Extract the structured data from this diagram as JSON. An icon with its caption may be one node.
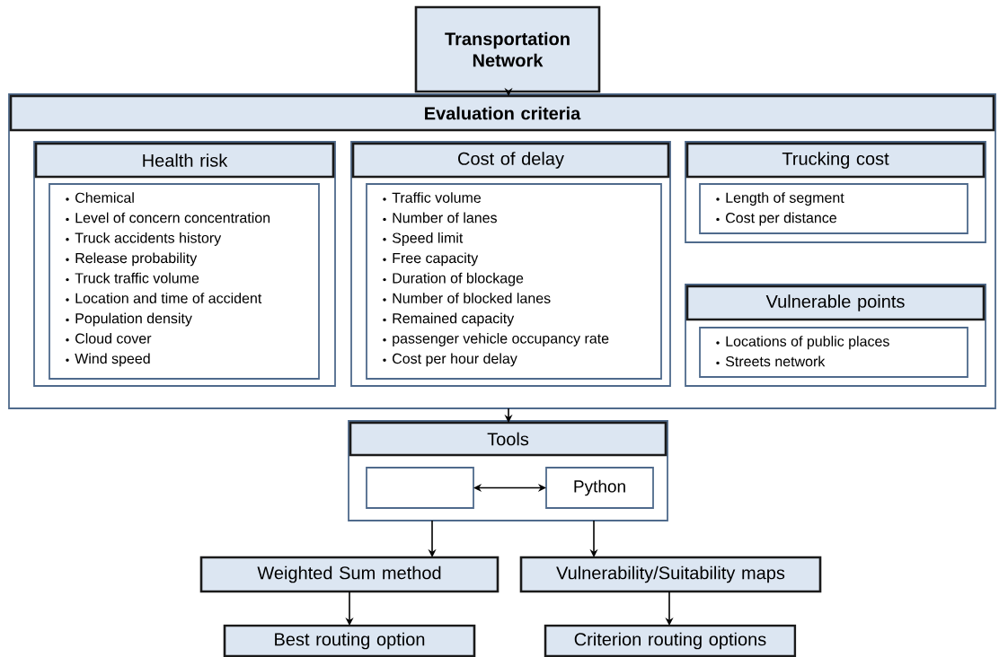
{
  "diagram": {
    "nodes": [
      {
        "text": [
          "Transportation Network"
        ]
      },
      {
        "text": [],
        "shape": "box"
      },
      {
        "text": [
          "Evaluation criteria"
        ],
        "in": 1
      },
      {
        "text": [],
        "shape": "box",
        "in": 1
      },
      {
        "text": [
          "Health risk"
        ],
        "in": 3
      },
      {
        "text": [
          "Chemical",
          "Level of concern concentration",
          "Truck accidents history",
          "Release probability",
          "Truck traffic volume",
          "Location and time of accident",
          "Population density",
          "Cloud cover",
          "Wind speed"
        ],
        "in": 3
      },
      {
        "text": [],
        "shape": "box",
        "in": 1
      },
      {
        "text": [
          "Cost of delay"
        ],
        "in": 6
      },
      {
        "text": [
          "Traffic volume",
          "Number of lanes",
          "Speed limit",
          "Free capacity",
          "Duration of blockage",
          "Number of blocked lanes",
          "Remained capacity",
          "passenger vehicle occupancy rate",
          "Cost per hour delay"
        ],
        "in": 6
      },
      {
        "text": [],
        "shape": "box",
        "in": 1
      },
      {
        "text": [
          "Trucking cost"
        ],
        "in": 9
      },
      {
        "text": [
          "Length of segment",
          "Cost per distance"
        ],
        "in": 9
      },
      {
        "text": [],
        "shape": "box",
        "in": 1
      },
      {
        "text": [
          "Vulnerable points"
        ],
        "in": 12
      },
      {
        "text": [
          "Locations of public places",
          "Streets network"
        ],
        "in": 12
      },
      {
        "text": [],
        "shape": "box"
      },
      {
        "text": [
          "Tools"
        ],
        "in": 15
      },
      {
        "text": [],
        "shape": "box",
        "in": 15
      },
      {
        "text": [
          "Python"
        ],
        "in": 15
      },
      {
        "text": [
          "Weighted Sum method"
        ]
      },
      {
        "text": [
          "Vulnerability/Suitability maps"
        ]
      },
      {
        "text": [
          "Best routing option"
        ]
      },
      {
        "text": [
          "Criterion routing options"
        ]
      }
    ],
    "edges": [
      {
        "from": 0,
        "to": 2,
        "arrow": "to"
      },
      {
        "from": 1,
        "to": 16,
        "arrow": "to"
      },
      {
        "from": 17,
        "to": 18,
        "arrow": "both"
      },
      {
        "from": 15,
        "to": 19,
        "arrow": "to"
      },
      {
        "from": 15,
        "to": 20,
        "arrow": "to"
      },
      {
        "from": 19,
        "to": 21,
        "arrow": "to"
      },
      {
        "from": 20,
        "to": 22,
        "arrow": "to"
      }
    ]
  }
}
